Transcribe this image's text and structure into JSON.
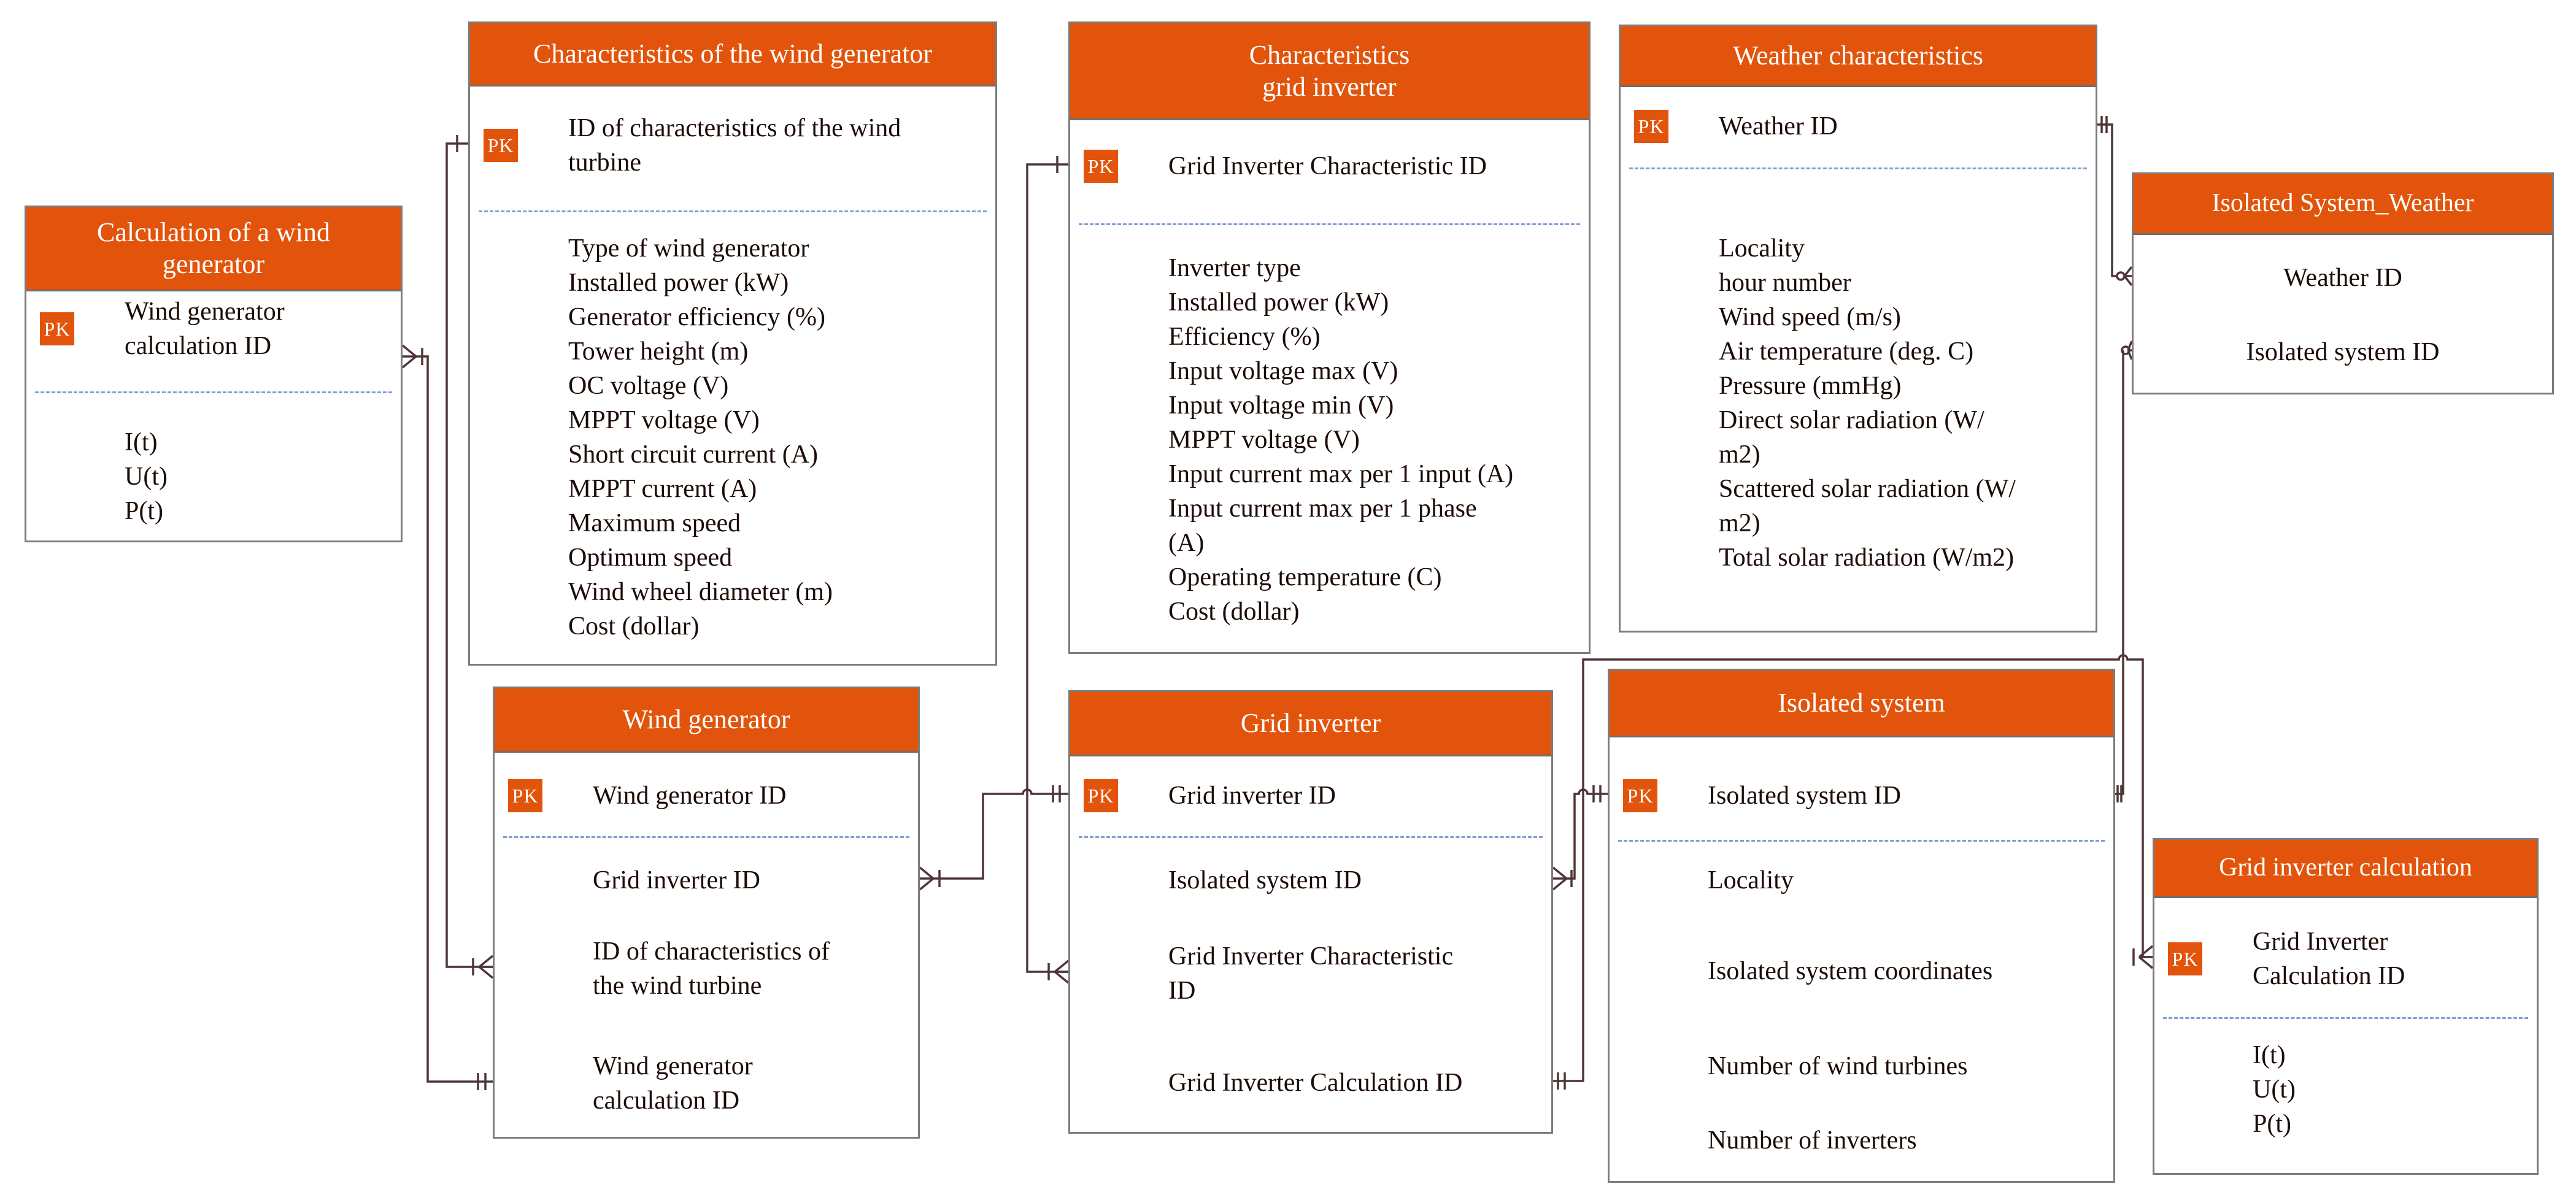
{
  "diagram": {
    "pk_label": "PK",
    "colors": {
      "header_bg": "#E2540B",
      "header_text": "#FFFFFF",
      "table_border": "#7C7C7C",
      "body_text": "#1C0C06",
      "separator_blue": "#7F9FD2",
      "connector": "#4E3537"
    },
    "tables": {
      "calculation_of_a_wind_generator": {
        "title": "Calculation of a wind\ngenerator",
        "pk": "Wind generator\ncalculation ID",
        "attributes": [
          "I(t)",
          "U(t)",
          "P(t)"
        ]
      },
      "characteristics_of_the_wind_generator": {
        "title": "Characteristics of the wind generator",
        "pk": "ID of characteristics of the wind\nturbine",
        "attributes": [
          "Type of wind generator",
          "Installed power (kW)",
          "Generator efficiency (%)",
          "Tower height (m)",
          "OC voltage (V)",
          "MPPT voltage (V)",
          "Short circuit current (A)",
          "MPPT current (A)",
          "Maximum speed",
          "Optimum speed",
          "Wind wheel diameter (m)",
          "Cost (dollar)"
        ]
      },
      "characteristics_grid_inverter": {
        "title": "Characteristics\ngrid inverter",
        "pk": "Grid Inverter Characteristic ID",
        "attributes": [
          "Inverter type",
          "Installed power (kW)",
          "Efficiency (%)",
          "Input voltage max (V)",
          "Input voltage min (V)",
          "MPPT voltage (V)",
          "Input current max per 1 input (A)",
          "Input current max per 1 phase\n(A)",
          "Operating temperature (C)",
          "Cost (dollar)"
        ]
      },
      "weather_characteristics": {
        "title": "Weather characteristics",
        "pk": "Weather ID",
        "attributes": [
          "Locality",
          "hour number",
          "Wind speed (m/s)",
          "Air temperature (deg. C)",
          "Pressure (mmHg)",
          "Direct solar radiation (W/\nm2)",
          "Scattered solar radiation (W/\nm2)",
          "Total solar radiation (W/m2)"
        ]
      },
      "isolated_system_weather": {
        "title": "Isolated System_Weather",
        "fields": [
          "Weather ID",
          "Isolated system ID"
        ]
      },
      "wind_generator": {
        "title": "Wind generator",
        "pk": "Wind generator ID",
        "attributes": [
          "Grid inverter ID",
          "ID of characteristics of\nthe wind turbine",
          "Wind generator\ncalculation ID"
        ]
      },
      "grid_inverter": {
        "title": "Grid inverter",
        "pk": "Grid inverter ID",
        "attributes": [
          "Isolated system ID",
          "Grid Inverter Characteristic\nID",
          "Grid Inverter Calculation ID"
        ]
      },
      "isolated_system": {
        "title": "Isolated system",
        "pk": "Isolated system ID",
        "attributes": [
          "Locality",
          "Isolated system coordinates",
          "Number of wind turbines",
          "Number of inverters"
        ]
      },
      "grid_inverter_calculation": {
        "title": "Grid inverter calculation",
        "pk": "Grid Inverter\nCalculation ID",
        "attributes": [
          "I(t)",
          "U(t)",
          "P(t)"
        ]
      }
    }
  }
}
